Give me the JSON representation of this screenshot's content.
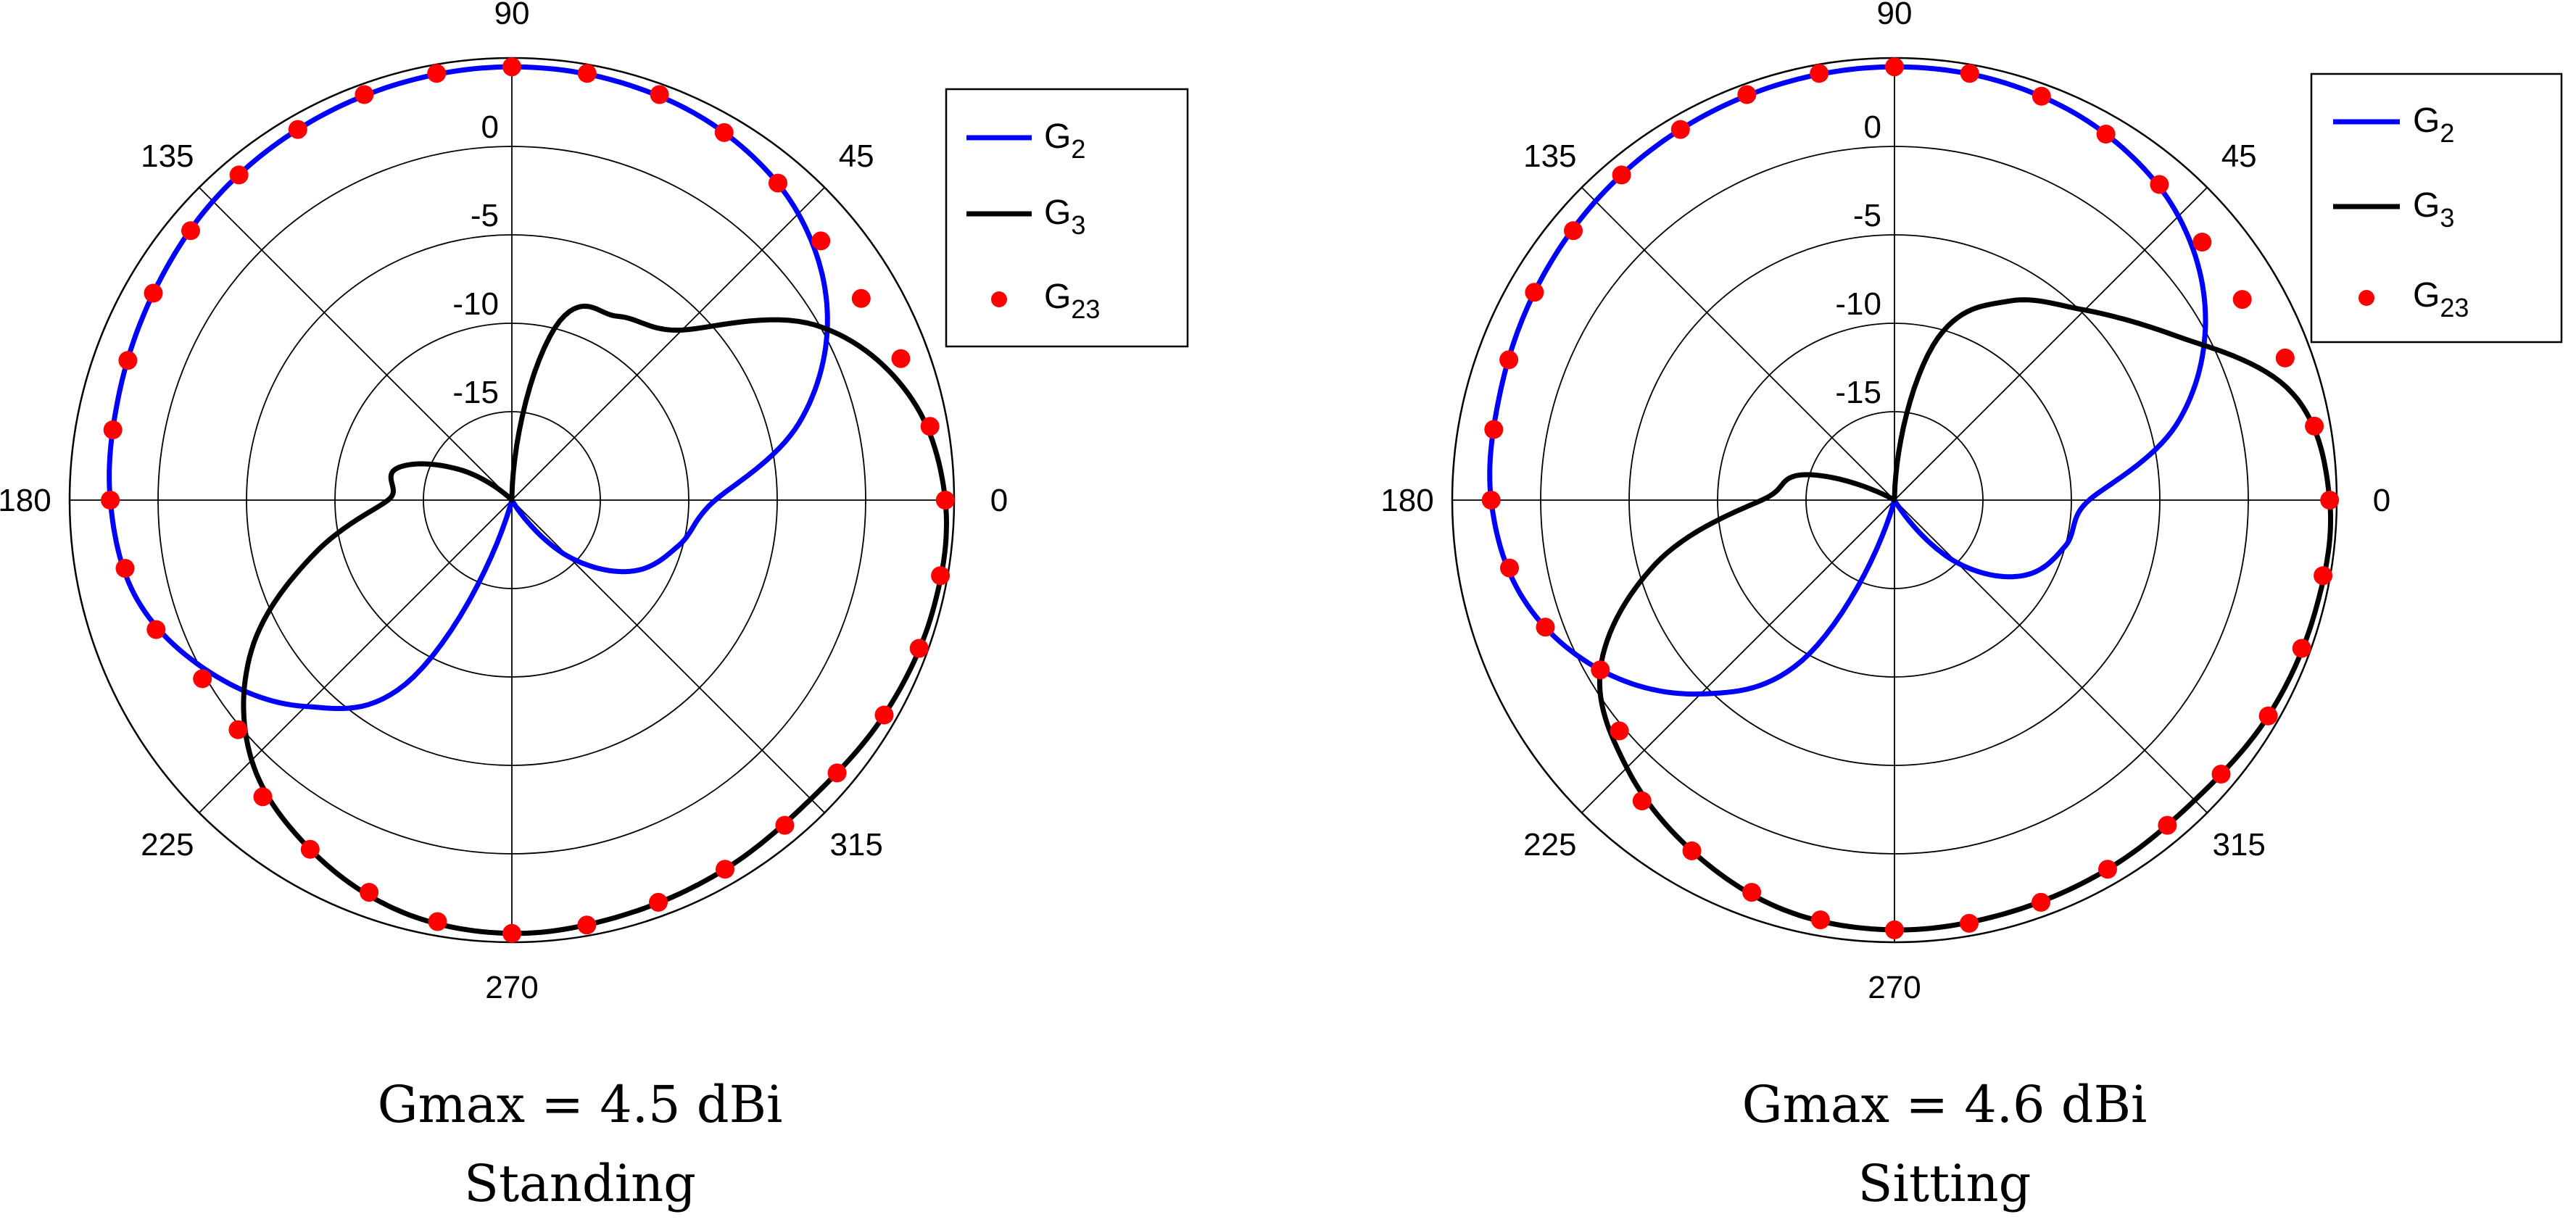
{
  "colors": {
    "G2": "#0000ff",
    "G3": "#000000",
    "G23": "#ff0000",
    "grid": "#000000",
    "background": "#ffffff"
  },
  "chart_data": [
    {
      "type": "polar",
      "caption_line1": "Gmax = 4.5 dBi",
      "caption_line2": "Standing",
      "angle_unit": "degrees",
      "angular_ticks": [
        "0",
        "45",
        "90",
        "135",
        "180",
        "225",
        "270",
        "315"
      ],
      "radial_ticks": [
        "-15",
        "-10",
        "-5",
        "0"
      ],
      "rlim": [
        -20,
        5
      ],
      "grid": true,
      "legend_position": "top-right",
      "legend": [
        {
          "base": "G",
          "sub": "2",
          "style": "line"
        },
        {
          "base": "G",
          "sub": "3",
          "style": "line"
        },
        {
          "base": "G",
          "sub": "23",
          "style": "dot"
        }
      ],
      "series": [
        {
          "name": "G2",
          "theta": [
            0,
            15,
            30,
            45,
            60,
            75,
            90,
            105,
            120,
            135,
            150,
            165,
            180,
            195,
            210,
            225,
            240,
            255,
            270,
            285,
            300,
            315,
            330,
            345
          ],
          "r_db": [
            -8.5,
            -3.2,
            0.6,
            2.9,
            4.0,
            4.4,
            4.5,
            4.4,
            4.2,
            3.9,
            3.4,
            3.0,
            2.7,
            1.9,
            -0.4,
            -3.5,
            -8.0,
            -20,
            -20,
            -20,
            -20,
            -15.5,
            -12.0,
            -10.2
          ]
        },
        {
          "name": "G3",
          "theta": [
            0,
            15,
            30,
            45,
            60,
            75,
            90,
            105,
            120,
            135,
            150,
            165,
            180,
            195,
            210,
            225,
            240,
            255,
            270,
            285,
            300,
            315,
            330,
            345
          ],
          "r_db": [
            4.5,
            3.2,
            -0.2,
            -6.4,
            -8.0,
            -9.5,
            -20,
            -20,
            -20,
            -20,
            -16.5,
            -13.2,
            -13.0,
            -8.5,
            -3.0,
            0.8,
            2.8,
            4.1,
            4.5,
            4.3,
            4.1,
            3.9,
            4.3,
            4.6
          ]
        },
        {
          "name": "G23",
          "theta": [
            0,
            10,
            20,
            30,
            40,
            50,
            60,
            70,
            80,
            90,
            100,
            110,
            120,
            130,
            140,
            150,
            160,
            170,
            180,
            190,
            200,
            210,
            220,
            230,
            240,
            250,
            260,
            270,
            280,
            290,
            300,
            310,
            320,
            330,
            340,
            350
          ],
          "r_db": [
            4.5,
            4.0,
            3.4,
            2.8,
            2.8,
            3.4,
            4.0,
            4.4,
            4.5,
            4.5,
            4.5,
            4.4,
            4.2,
            4.0,
            3.7,
            3.4,
            3.1,
            2.9,
            2.7,
            2.2,
            1.4,
            0.2,
            0.2,
            1.9,
            2.8,
            3.6,
            4.2,
            4.5,
            4.4,
            4.2,
            4.1,
            4.0,
            4.0,
            4.3,
            4.5,
            4.6
          ]
        }
      ]
    },
    {
      "type": "polar",
      "caption_line1": "Gmax = 4.6 dBi",
      "caption_line2": "Sitting",
      "angle_unit": "degrees",
      "angular_ticks": [
        "0",
        "45",
        "90",
        "135",
        "180",
        "225",
        "270",
        "315"
      ],
      "radial_ticks": [
        "-15",
        "-10",
        "-5",
        "0"
      ],
      "rlim": [
        -20,
        5
      ],
      "grid": true,
      "legend_position": "top-right",
      "legend": [
        {
          "base": "G",
          "sub": "2",
          "style": "line"
        },
        {
          "base": "G",
          "sub": "3",
          "style": "line"
        },
        {
          "base": "G",
          "sub": "23",
          "style": "dot"
        }
      ],
      "series": [
        {
          "name": "G2",
          "theta": [
            0,
            15,
            30,
            45,
            60,
            75,
            90,
            105,
            120,
            135,
            150,
            165,
            180,
            195,
            210,
            225,
            240,
            255,
            270,
            285,
            300,
            315,
            330,
            345
          ],
          "r_db": [
            -9.0,
            -3.5,
            0.3,
            2.7,
            3.9,
            4.4,
            4.5,
            4.4,
            4.2,
            3.9,
            3.5,
            3.1,
            2.8,
            1.7,
            -0.8,
            -4.5,
            -9.5,
            -20,
            -20,
            -20,
            -20,
            -15.0,
            -11.5,
            -10.0
          ]
        },
        {
          "name": "G3",
          "theta": [
            0,
            15,
            30,
            45,
            60,
            75,
            90,
            105,
            120,
            135,
            150,
            165,
            180,
            195,
            210,
            225,
            240,
            255,
            270,
            285,
            300,
            315,
            330,
            345
          ],
          "r_db": [
            4.6,
            3.3,
            -1.5,
            -4.8,
            -7.0,
            -10.5,
            -20,
            -20,
            -20,
            -20,
            -20,
            -14.5,
            -12.5,
            -6.0,
            -0.8,
            1.4,
            2.9,
            4.0,
            4.3,
            4.2,
            4.1,
            4.0,
            4.4,
            4.6
          ]
        },
        {
          "name": "G23",
          "theta": [
            0,
            10,
            20,
            30,
            40,
            50,
            60,
            70,
            80,
            90,
            100,
            110,
            120,
            130,
            140,
            150,
            160,
            170,
            180,
            190,
            200,
            210,
            220,
            230,
            240,
            250,
            260,
            270,
            280,
            290,
            300,
            310,
            320,
            330,
            340,
            350
          ],
          "r_db": [
            4.6,
            4.1,
            3.5,
            2.7,
            2.7,
            3.3,
            3.9,
            4.3,
            4.5,
            4.5,
            4.5,
            4.4,
            4.2,
            4.0,
            3.7,
            3.5,
            3.2,
            3.0,
            2.8,
            2.1,
            1.0,
            -0.8,
            0.3,
            2.2,
            2.9,
            3.6,
            4.1,
            4.3,
            4.3,
            4.2,
            4.1,
            4.0,
            4.1,
            4.4,
            4.5,
            4.6
          ]
        }
      ]
    }
  ]
}
